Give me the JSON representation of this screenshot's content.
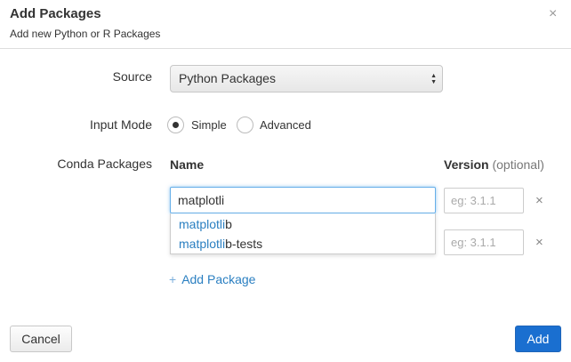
{
  "dialog": {
    "title": "Add Packages",
    "subtitle": "Add new Python or R Packages",
    "close_glyph": "×"
  },
  "source": {
    "label": "Source",
    "selected": "Python Packages",
    "arrows": "▲▼"
  },
  "input_mode": {
    "label": "Input Mode",
    "options": [
      {
        "label": "Simple",
        "checked": true
      },
      {
        "label": "Advanced",
        "checked": false
      }
    ]
  },
  "conda": {
    "label": "Conda Packages",
    "name_header": "Name",
    "version_header": "Version",
    "version_optional": "(optional)",
    "rows": [
      {
        "name_value": "matplotli",
        "version_placeholder": "eg: 3.1.1"
      },
      {
        "name_value": "",
        "version_placeholder": "eg: 3.1.1"
      }
    ],
    "remove_glyph": "×",
    "suggestions": [
      {
        "match": "matplotli",
        "rest": "b"
      },
      {
        "match": "matplotli",
        "rest": "b-tests"
      }
    ],
    "add_package_plus": "+",
    "add_package_label": "Add Package"
  },
  "footer": {
    "cancel_label": "Cancel",
    "add_label": "Add"
  }
}
